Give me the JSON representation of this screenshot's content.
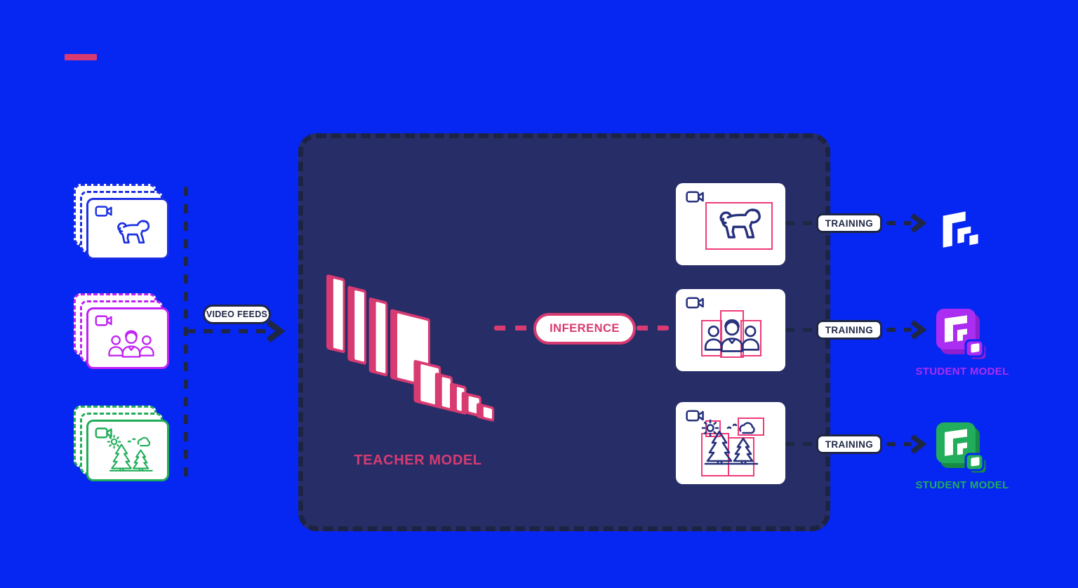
{
  "colors": {
    "bg": "#0626f1",
    "panel": "#272e67",
    "navy": "#1f2746",
    "pink": "#d83a72",
    "detect": "#ef3b7a",
    "icon_navy": "#26317b",
    "feed_blue": "#1c2fe4",
    "feed_magenta": "#bf22f3",
    "feed_green": "#1fad59",
    "student_purple": "#ab2df2",
    "student_green": "#21ad5b"
  },
  "video_feeds": {
    "label": "VIDEO FEEDS"
  },
  "feeds": [
    {
      "name": "dog video feed",
      "icon": "dog-icon"
    },
    {
      "name": "people video feed",
      "icon": "people-icon"
    },
    {
      "name": "landscape video feed",
      "icon": "trees-icon"
    }
  ],
  "teacher": {
    "label": "TEACHER MODEL",
    "icon": "neural-network-layers-icon"
  },
  "inference": {
    "label": "INFERENCE"
  },
  "outputs": [
    {
      "name": "dog detection output",
      "icon": "dog-icon"
    },
    {
      "name": "people detection output",
      "icon": "people-icon"
    },
    {
      "name": "landscape detection output",
      "icon": "trees-icon"
    }
  ],
  "training": {
    "label": "TRAINING"
  },
  "students": [
    {
      "label": "",
      "icon": "model-logo-white"
    },
    {
      "label": "STUDENT MODEL",
      "icon": "model-logo-purple"
    },
    {
      "label": "STUDENT MODEL",
      "icon": "model-logo-green"
    }
  ]
}
